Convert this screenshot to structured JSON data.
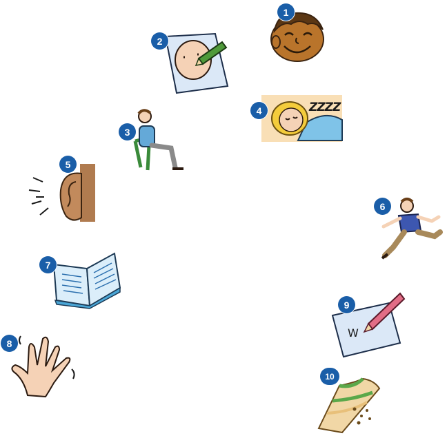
{
  "items": [
    {
      "number": "1",
      "icon": "smiling-face-icon"
    },
    {
      "number": "2",
      "icon": "drawing-face-icon"
    },
    {
      "number": "3",
      "icon": "sitting-person-icon"
    },
    {
      "number": "4",
      "icon": "sleeping-person-icon",
      "caption": "ZZZZ"
    },
    {
      "number": "5",
      "icon": "ear-icon"
    },
    {
      "number": "6",
      "icon": "running-person-icon"
    },
    {
      "number": "7",
      "icon": "open-book-icon"
    },
    {
      "number": "8",
      "icon": "waving-hand-icon"
    },
    {
      "number": "9",
      "icon": "writing-pencil-icon",
      "caption": "W"
    },
    {
      "number": "10",
      "icon": "sandwich-icon"
    }
  ],
  "colors": {
    "badge": "#1a5ea8",
    "paper": "#dbe8f7",
    "skin": "#f5d2b6"
  }
}
